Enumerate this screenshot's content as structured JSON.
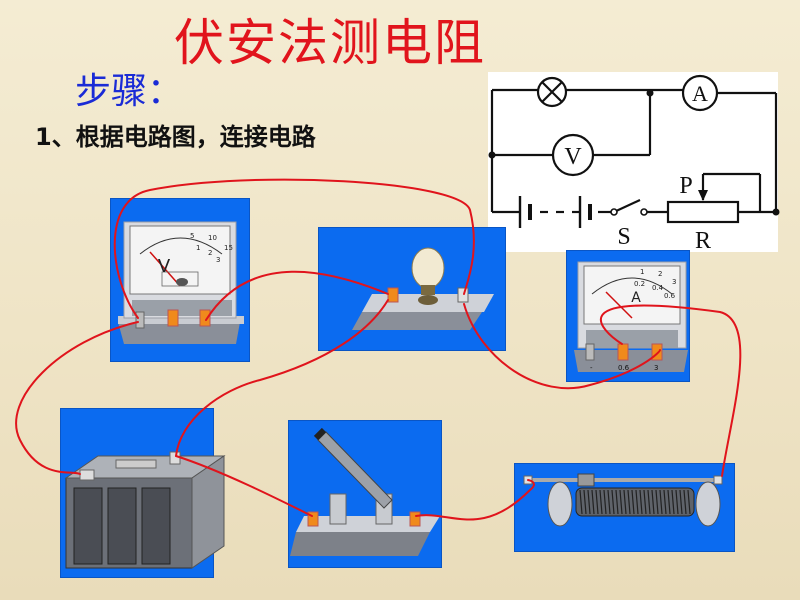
{
  "slide": {
    "title": "伏安法测电阻",
    "steps_label": "步骤：",
    "step1_text": "1、根据电路图，连接电路"
  },
  "circuit_diagram": {
    "labels": {
      "ammeter": "A",
      "voltmeter": "V",
      "switch": "S",
      "slider": "P",
      "rheostat": "R"
    }
  },
  "apparatus": {
    "voltmeter": {
      "letter": "V",
      "scale_top": [
        "5",
        "10",
        "15"
      ],
      "scale_bottom": [
        "1",
        "2",
        "3"
      ]
    },
    "ammeter": {
      "letter": "A",
      "scale_top": [
        "1",
        "2",
        "3"
      ],
      "scale_bottom": [
        "0.2",
        "0.4",
        "0.6"
      ]
    },
    "ammeter_terminals": [
      "-",
      "0.6",
      "3"
    ]
  },
  "colors": {
    "title": "#e1141c",
    "steps": "#1a2bd6",
    "panel": "#0b6bf0",
    "wire": "#e0141c"
  }
}
